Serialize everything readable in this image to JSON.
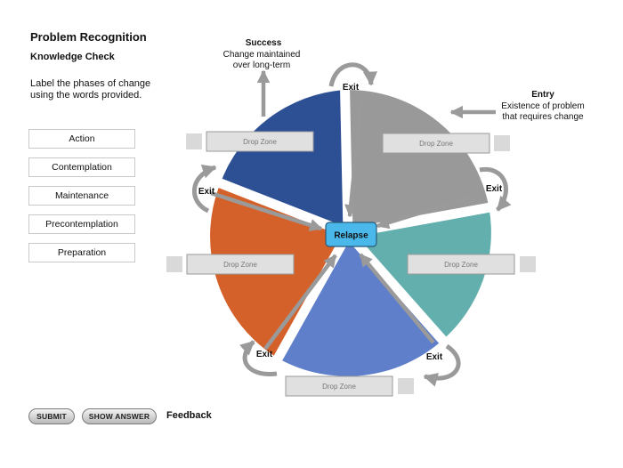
{
  "header": {
    "title": "Problem Recognition",
    "subtitle": "Knowledge Check",
    "instructions": "Label the phases of change using the words provided."
  },
  "word_bank": [
    "Action",
    "Contemplation",
    "Maintenance",
    "Precontemplation",
    "Preparation"
  ],
  "diagram": {
    "center_label": "Relapse",
    "drop_zone_label": "Drop Zone",
    "exit_label": "Exit",
    "success": {
      "title": "Success",
      "line1": "Change maintained",
      "line2": "over long-term"
    },
    "entry": {
      "title": "Entry",
      "line1": "Existence of problem",
      "line2": "that requires change"
    },
    "segment_colors": [
      "#2d4f94",
      "#999999",
      "#63afad",
      "#5f7fcb",
      "#d5612a"
    ],
    "center_color": "#4ab8ea"
  },
  "buttons": {
    "submit": "SUBMIT",
    "show_answer": "SHOW ANSWER"
  },
  "feedback_label": "Feedback"
}
